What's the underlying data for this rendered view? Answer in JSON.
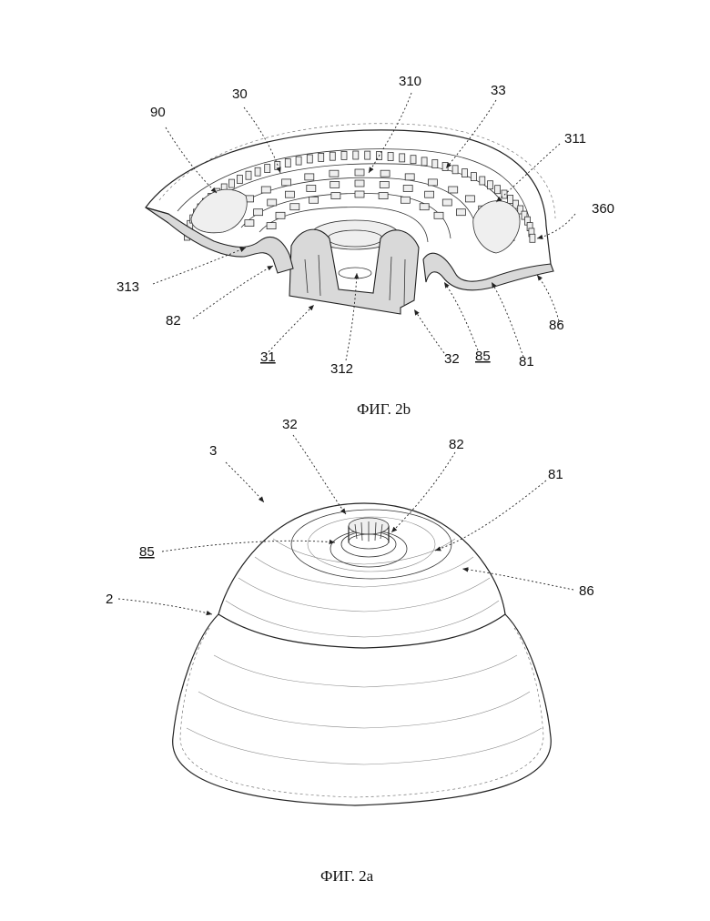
{
  "figures": {
    "top": {
      "caption": "ФИГ. 2b",
      "labels": {
        "l90": "90",
        "l30": "30",
        "l310": "310",
        "l33": "33",
        "l311": "311",
        "l360": "360",
        "l313": "313",
        "l82": "82",
        "l31": "31",
        "l312": "312",
        "l32": "32",
        "l85": "85",
        "l81": "81",
        "l86": "86"
      }
    },
    "bottom": {
      "caption": "ФИГ. 2a",
      "labels": {
        "l3": "3",
        "l32": "32",
        "l82": "82",
        "l81": "81",
        "l85": "85",
        "l86": "86",
        "l2": "2"
      }
    }
  }
}
